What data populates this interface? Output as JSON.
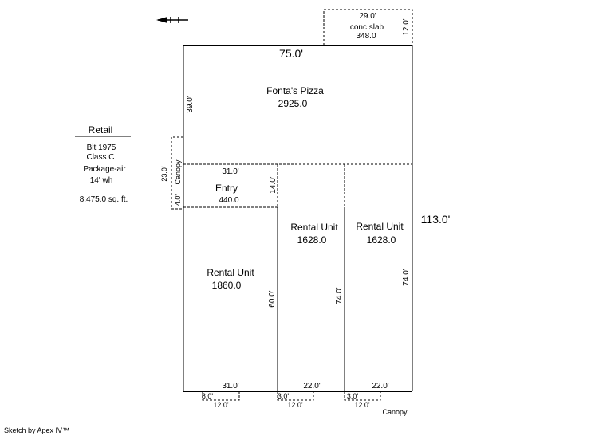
{
  "summary": {
    "title": "Retail",
    "built": "Blt 1975",
    "class": "Class C",
    "hvac": "Package-air",
    "wall_height": "14' wh",
    "area": "8,475.0 sq. ft."
  },
  "building": {
    "top_width": "75.0'",
    "right_depth": "113.0'"
  },
  "areas": {
    "pizza": {
      "name": "Fonta's Pizza",
      "area": "2925.0",
      "depth": "39.0'"
    },
    "entry": {
      "name": "Entry",
      "area": "440.0",
      "width": "31.0'",
      "depth": "14.0'"
    },
    "rental_left": {
      "name": "Rental Unit",
      "area": "1860.0",
      "depth": "60.0'",
      "width": "31.0'"
    },
    "rental_mid": {
      "name": "Rental Unit",
      "area": "1628.0",
      "depth": "74.0'",
      "width": "22.0'"
    },
    "rental_right": {
      "name": "Rental Unit",
      "area": "1628.0",
      "depth": "74.0'",
      "width": "22.0'"
    }
  },
  "slab": {
    "name": "conc slab",
    "area": "348.0",
    "width": "29.0'",
    "depth": "12.0'"
  },
  "canopy_side": {
    "name": "Canopy",
    "depth": "23.0'",
    "width": "4.0'"
  },
  "canopy_bottom": {
    "name": "Canopy",
    "a_depth": "8.0'",
    "a_width": "12.0'",
    "b_depth": "3.0'",
    "b_width": "12.0'",
    "c_depth": "3.0'",
    "c_width": "12.0'"
  },
  "footer": {
    "credit": "Sketch by Apex IV™"
  },
  "icons": {
    "north": "north-arrow-icon"
  }
}
